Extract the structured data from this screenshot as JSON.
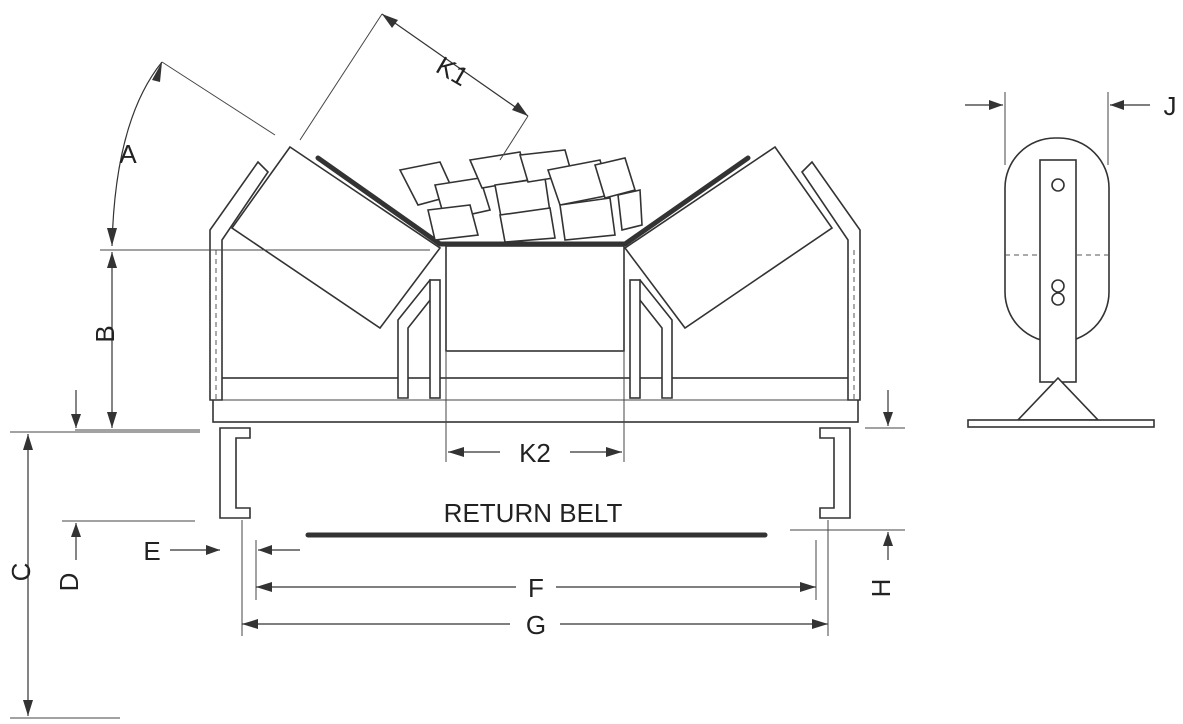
{
  "diagram": {
    "labels": {
      "a": "A",
      "b": "B",
      "c": "C",
      "d": "D",
      "e": "E",
      "f": "F",
      "g": "G",
      "h": "H",
      "j": "J",
      "k1": "K1",
      "k2": "K2",
      "return_belt": "RETURN BELT"
    }
  }
}
